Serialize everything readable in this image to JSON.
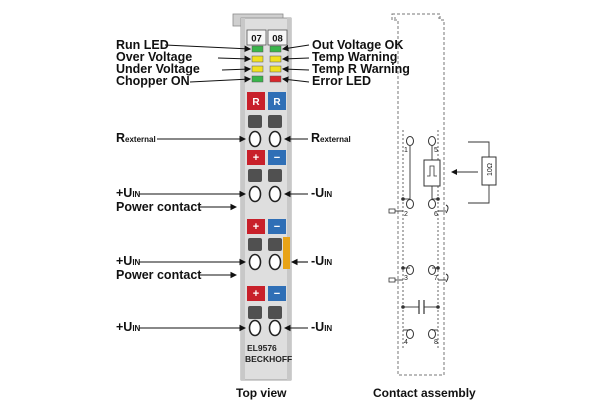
{
  "device": {
    "slot_left": "07",
    "slot_right": "08",
    "model": "EL9576",
    "brand": "BECKHOFF",
    "r_left": "R",
    "r_right": "R",
    "plus": "+",
    "minus": "−",
    "colors": {
      "housing": "#dedede",
      "red": "#c8202a",
      "blue": "#2f6fb6",
      "orange": "#e8a317",
      "led_green": "#39b54a",
      "led_yellow": "#f0e020",
      "led_red": "#d7262b"
    }
  },
  "left_labels": {
    "run_led": "Run LED",
    "over_voltage": "Over Voltage",
    "under_voltage": "Under Voltage",
    "chopper_on": "Chopper ON",
    "rexternal": {
      "main": "R",
      "sub": "external"
    },
    "uin_1": {
      "main": "+U",
      "sub": "IN"
    },
    "power_contact_1": "Power contact",
    "uin_2": {
      "main": "+U",
      "sub": "IN"
    },
    "power_contact_2": "Power contact",
    "uin_3": {
      "main": "+U",
      "sub": "IN"
    }
  },
  "right_labels": {
    "out_voltage_ok": "Out Voltage OK",
    "temp_warning": "Temp Warning",
    "temp_r_warning": "Temp R Warning",
    "error_led": "Error LED",
    "rexternal": {
      "main": "R",
      "sub": "external"
    },
    "uin_1": {
      "main": "-U",
      "sub": "IN"
    },
    "uin_2": {
      "main": "-U",
      "sub": "IN"
    },
    "uin_3": {
      "main": "-U",
      "sub": "IN"
    }
  },
  "contact_assembly": {
    "resistor_label": "10Ω",
    "pins": [
      "1",
      "5",
      "2",
      "6",
      "3",
      "7",
      "4",
      "8"
    ]
  },
  "captions": {
    "top_view": "Top view",
    "contact_assembly": "Contact assembly"
  }
}
